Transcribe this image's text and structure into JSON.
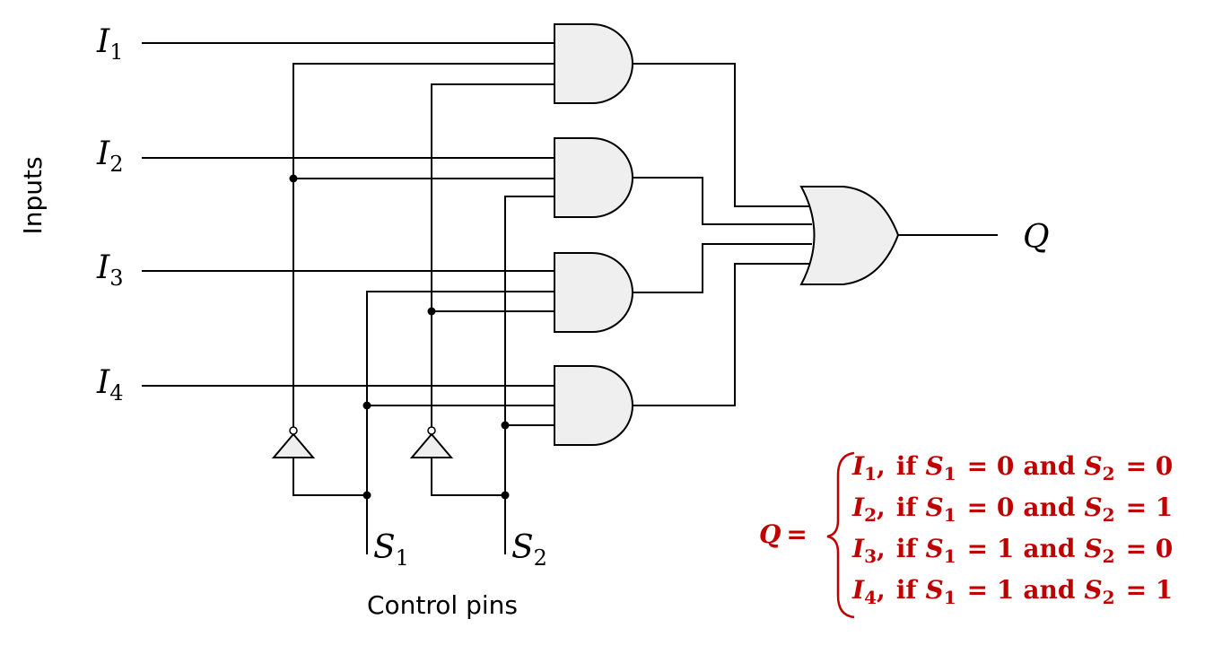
{
  "labels": {
    "inputs_axis": "Inputs",
    "control_pins": "Control pins",
    "inputs": [
      {
        "letter": "I",
        "sub": "1"
      },
      {
        "letter": "I",
        "sub": "2"
      },
      {
        "letter": "I",
        "sub": "3"
      },
      {
        "letter": "I",
        "sub": "4"
      }
    ],
    "selects": [
      {
        "letter": "S",
        "sub": "1"
      },
      {
        "letter": "S",
        "sub": "2"
      }
    ],
    "output": "Q"
  },
  "equation": {
    "lhs": "Q =",
    "rows": [
      {
        "in": "I",
        "in_sub": "1",
        "if": "if",
        "s1": "S",
        "s1_sub": "1",
        "eq1": "= 0",
        "and": "and",
        "s2": "S",
        "s2_sub": "2",
        "eq2": "= 0"
      },
      {
        "in": "I",
        "in_sub": "2",
        "if": "if",
        "s1": "S",
        "s1_sub": "1",
        "eq1": "= 0",
        "and": "and",
        "s2": "S",
        "s2_sub": "2",
        "eq2": "= 1"
      },
      {
        "in": "I",
        "in_sub": "3",
        "if": "if",
        "s1": "S",
        "s1_sub": "1",
        "eq1": "= 1",
        "and": "and",
        "s2": "S",
        "s2_sub": "2",
        "eq2": "= 0"
      },
      {
        "in": "I",
        "in_sub": "4",
        "if": "if",
        "s1": "S",
        "s1_sub": "1",
        "eq1": "= 1",
        "and": "and",
        "s2": "S",
        "s2_sub": "2",
        "eq2": "= 1"
      }
    ]
  },
  "colors": {
    "wire": "#000000",
    "gate_fill": "#efefef",
    "equation": "#c00000"
  }
}
